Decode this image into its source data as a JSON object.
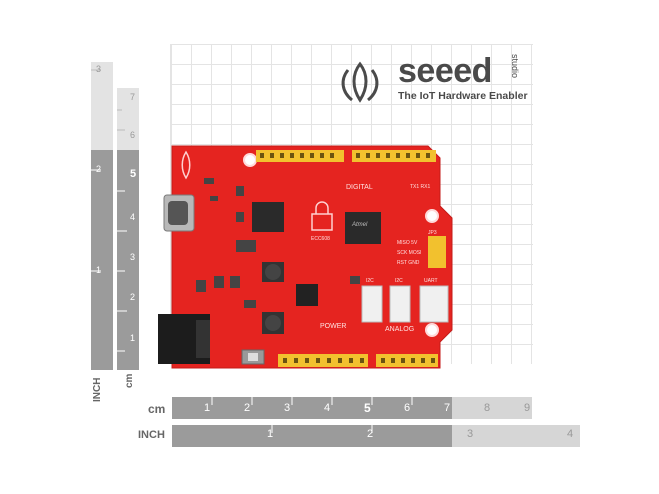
{
  "brand": {
    "name": "seeed",
    "sub": "studio",
    "tagline": "The IoT Hardware Enabler"
  },
  "rulers": {
    "cm_label": "cm",
    "inch_label": "INCH",
    "h_cm_ticks": [
      "1",
      "2",
      "3",
      "4",
      "5",
      "6",
      "7",
      "8",
      "9"
    ],
    "h_inch_ticks": [
      "1",
      "2",
      "3",
      "4"
    ],
    "v_cm_ticks": [
      "1",
      "2",
      "3",
      "4",
      "5",
      "6",
      "7"
    ],
    "v_inch_ticks": [
      "1",
      "2",
      "3"
    ]
  },
  "board": {
    "header_top": "DIGITAL",
    "header_power": "POWER",
    "header_analog": "ANALOG",
    "tx_rx": "TX1 RX1",
    "ecc": "ECC608",
    "i2c_1": "I2C",
    "i2c_2": "I2C",
    "uart": "UART",
    "spi_1": "MISO 5V",
    "spi_2": "SCK MOSI",
    "spi_3": "RST GND",
    "jp": "JP3",
    "atmel": "Atmel"
  },
  "colors": {
    "pcb": "#e52420",
    "header": "#f2c12e",
    "ruler_dark": "#9b9b9b",
    "ruler_light": "#d6d6d6"
  }
}
